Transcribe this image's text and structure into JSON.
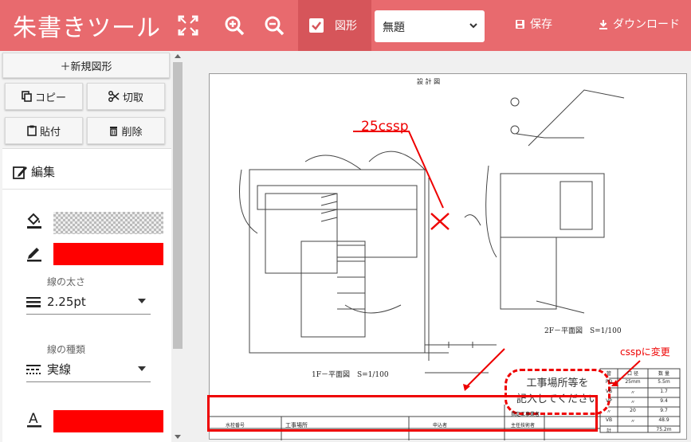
{
  "app": {
    "title": "朱書きツール"
  },
  "toolbar": {
    "shape_label": "図形",
    "select_value": "無題",
    "save_label": "保存",
    "download_label": "ダウンロード"
  },
  "sidebar": {
    "new_shape": "＋新規図形",
    "copy": "コピー",
    "cut": "切取",
    "paste": "貼付",
    "delete": "削除",
    "edit_title": "編集",
    "line_width_label": "線の太さ",
    "line_width_value": "2.25pt",
    "line_type_label": "線の種類",
    "line_type_value": "実線"
  },
  "colors": {
    "accent": "#e86a6e",
    "stroke": "#ff0000",
    "font": "#ff0000"
  },
  "drawing": {
    "title": "設 計 図",
    "plan_1f": "1F－平面図　S=1/100",
    "plan_2f": "2F－平面図　S=1/100",
    "annotation_25cssp": "25cssp",
    "annotation_cssp": "csspに変更",
    "bubble_line1": "工事場所等を",
    "bubble_line2": "記入してください",
    "title_block": {
      "site": "工事場所",
      "applicant": "申込者",
      "contractor": "指定工事業者",
      "engineer": "主任技術者",
      "number": "水栓番号"
    },
    "table": {
      "headers": [
        "管",
        "口 径",
        "数 量"
      ],
      "rows": [
        [
          "PD",
          "25mm",
          "5.5m"
        ],
        [
          "VB",
          "〃",
          "1.7"
        ],
        [
          "VP",
          "〃",
          "9.4"
        ],
        [
          "〃",
          "20",
          "9.7"
        ],
        [
          "VB",
          "〃",
          "48.9"
        ],
        [
          "計",
          "",
          "75.2m"
        ]
      ]
    }
  }
}
